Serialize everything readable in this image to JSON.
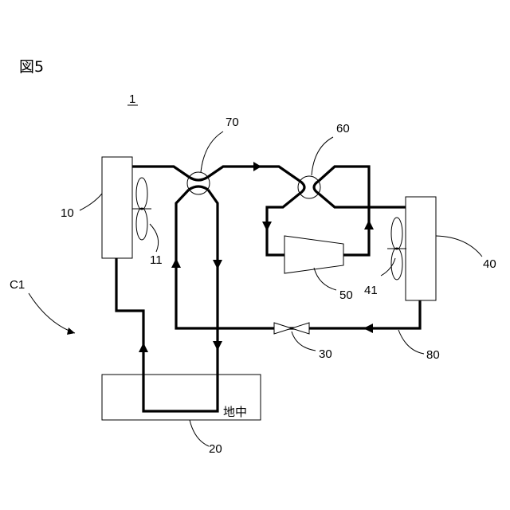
{
  "figure": {
    "title": "図5",
    "system_ref": "1",
    "circuit_ref": "C1",
    "refs": {
      "indoor_unit": "10",
      "indoor_fan": "11",
      "ground_exchanger": "20",
      "valve": "30",
      "outdoor_unit": "40",
      "outdoor_fan": "41",
      "compressor": "50",
      "four_way_valve_right": "60",
      "four_way_valve_left": "70",
      "pipe": "80"
    },
    "ground_label": "地中"
  }
}
